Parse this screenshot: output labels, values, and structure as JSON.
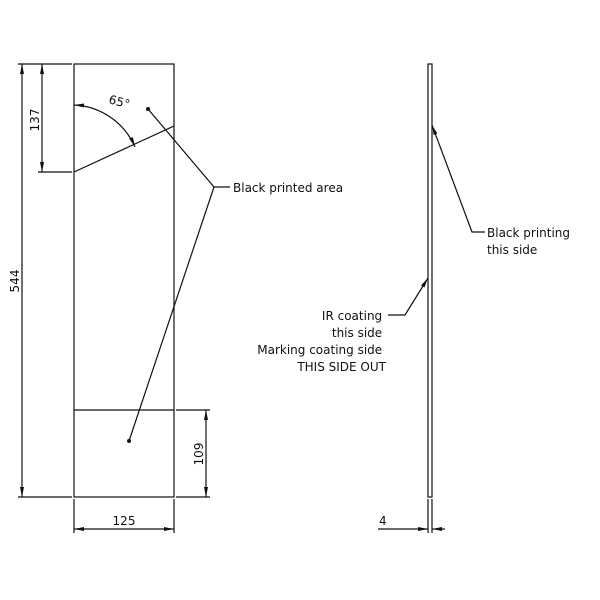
{
  "front_view": {
    "dim_total_height": "544",
    "dim_top_zone": "137",
    "dim_bottom_zone": "109",
    "dim_width": "125",
    "angle": "65°",
    "label_black_area": "Black printed area"
  },
  "side_view": {
    "label_black_printing": [
      "Black printing",
      "this side"
    ],
    "label_ir_coating": [
      "IR coating",
      "this side",
      "Marking coating side",
      "THIS SIDE OUT"
    ],
    "dim_thickness": "4"
  },
  "colors": {
    "line": "#111111",
    "background": "#ffffff"
  }
}
